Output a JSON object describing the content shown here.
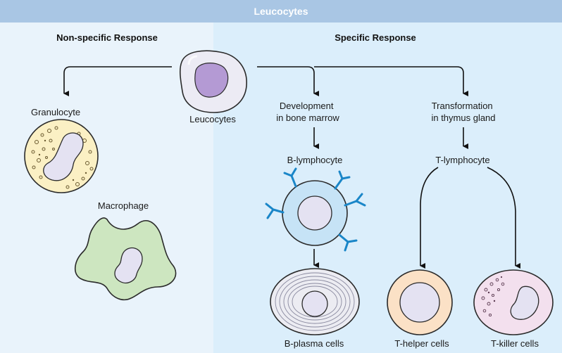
{
  "title": "Leucocytes",
  "panels": {
    "left": {
      "heading": "Non-specific Response"
    },
    "right": {
      "heading": "Specific Response"
    }
  },
  "cells": {
    "leucocytes": "Leucocytes",
    "granulocyte": "Granulocyte",
    "macrophage": "Macrophage",
    "b_lymphocyte": "B-lymphocyte",
    "b_plasma": "B-plasma cells",
    "t_lymphocyte": "T-lymphocyte",
    "t_helper": "T-helper cells",
    "t_killer": "T-killer cells"
  },
  "steps": {
    "bone_marrow": [
      "Development",
      "in bone marrow"
    ],
    "thymus": [
      "Transformation",
      "in thymus gland"
    ]
  },
  "colors": {
    "title_bar": "#a9c6e4",
    "left_panel": "#e9f3fb",
    "right_panel": "#dbeefb",
    "nucleus": "#e4e2f2",
    "leucocyte_nucleus": "#b49ad4",
    "granulocyte_fill": "#fbf0c4",
    "macrophage_fill": "#cde6c0",
    "b_lymph_fill": "#c6e3f6",
    "antibody": "#1a86c8",
    "t_helper_fill": "#fbe1c6",
    "t_killer_fill": "#f3e0ee"
  }
}
